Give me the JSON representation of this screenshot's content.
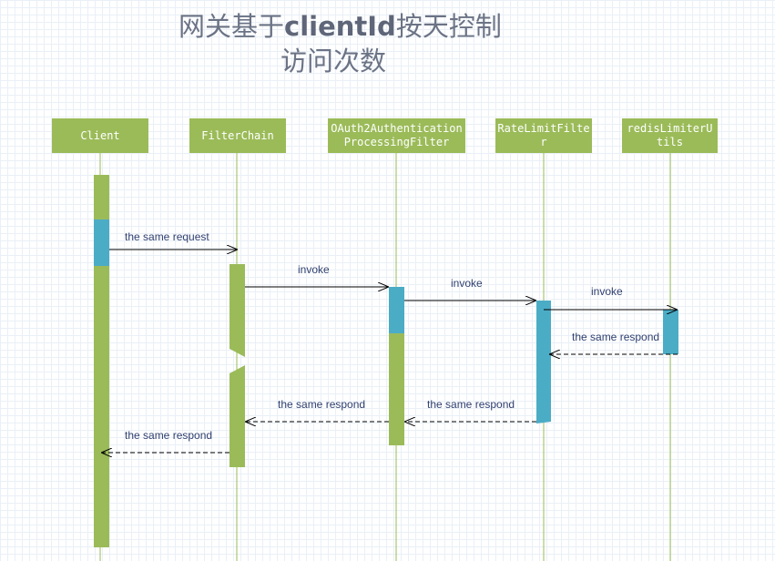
{
  "title": {
    "line1_prefix": "网关基于",
    "line1_strong": "clientId",
    "line1_suffix": "按天控制",
    "line2": "访问次数"
  },
  "participants": [
    {
      "id": "client",
      "label": "Client"
    },
    {
      "id": "filterchain",
      "label": "FilterChain"
    },
    {
      "id": "oauth2",
      "label": "OAuth2AuthenticationProcessingFilter"
    },
    {
      "id": "ratelimit",
      "label": "RateLimitFilter"
    },
    {
      "id": "redis",
      "label": "redisLimiterUtils"
    }
  ],
  "messages": [
    {
      "from": "client",
      "to": "filterchain",
      "label": "the same request",
      "style": "solid"
    },
    {
      "from": "filterchain",
      "to": "oauth2",
      "label": "invoke",
      "style": "solid"
    },
    {
      "from": "oauth2",
      "to": "ratelimit",
      "label": "invoke",
      "style": "solid"
    },
    {
      "from": "ratelimit",
      "to": "redis",
      "label": "invoke",
      "style": "solid"
    },
    {
      "from": "redis",
      "to": "ratelimit",
      "label": "the same respond",
      "style": "dashed"
    },
    {
      "from": "ratelimit",
      "to": "oauth2",
      "label": "the same respond",
      "style": "dashed"
    },
    {
      "from": "oauth2",
      "to": "filterchain",
      "label": "the same respond",
      "style": "dashed"
    },
    {
      "from": "filterchain",
      "to": "client",
      "label": "the same respond",
      "style": "dashed"
    }
  ],
  "colors": {
    "participant_fill": "#9bbb59",
    "activation_green": "#9bbb59",
    "activation_blue": "#4bacc6",
    "lifeline": "#9bbb59",
    "arrow": "#000000",
    "label": "#2f3f6f"
  }
}
